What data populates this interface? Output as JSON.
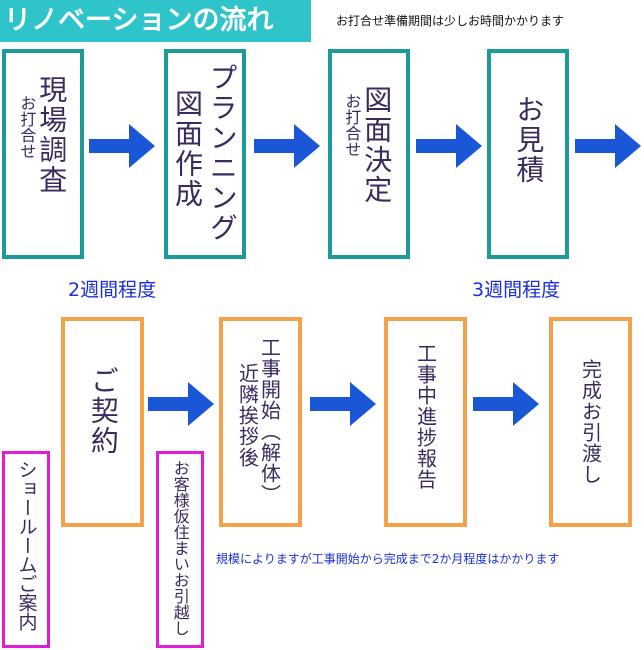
{
  "header": {
    "title": "リノベーションの流れ",
    "note": "お打合せ準備期間は少しお時間かかります"
  },
  "row1": {
    "steps": [
      {
        "main": "現場調査",
        "sub": "お打合せ"
      },
      {
        "main": "プランニング",
        "sub": "図面作成"
      },
      {
        "main": "図面決定",
        "sub": "お打合せ"
      },
      {
        "main": "お見積",
        "sub": ""
      }
    ],
    "durations": [
      "2週間程度",
      "3週間程度"
    ]
  },
  "row2": {
    "steps": [
      {
        "main": "ご契約",
        "sub": ""
      },
      {
        "main": "工事開始（解体）",
        "sub": "近隣挨拶後"
      },
      {
        "main": "工事中進捗報告",
        "sub": ""
      },
      {
        "main": "完成お引渡し",
        "sub": ""
      }
    ],
    "side": [
      "ショールームご案内",
      "お客様仮住まいお引越し"
    ],
    "note": "規模によりますが工事開始から完成まで2か月程度はかかります"
  },
  "colors": {
    "title_bg": "#2ec4c9",
    "teal": "#1b9a97",
    "orange": "#f4a24a",
    "magenta": "#e21bd4",
    "arrow": "#1a57d6",
    "duration_text": "#1a2fd6",
    "step_text": "#3d2a5d"
  }
}
